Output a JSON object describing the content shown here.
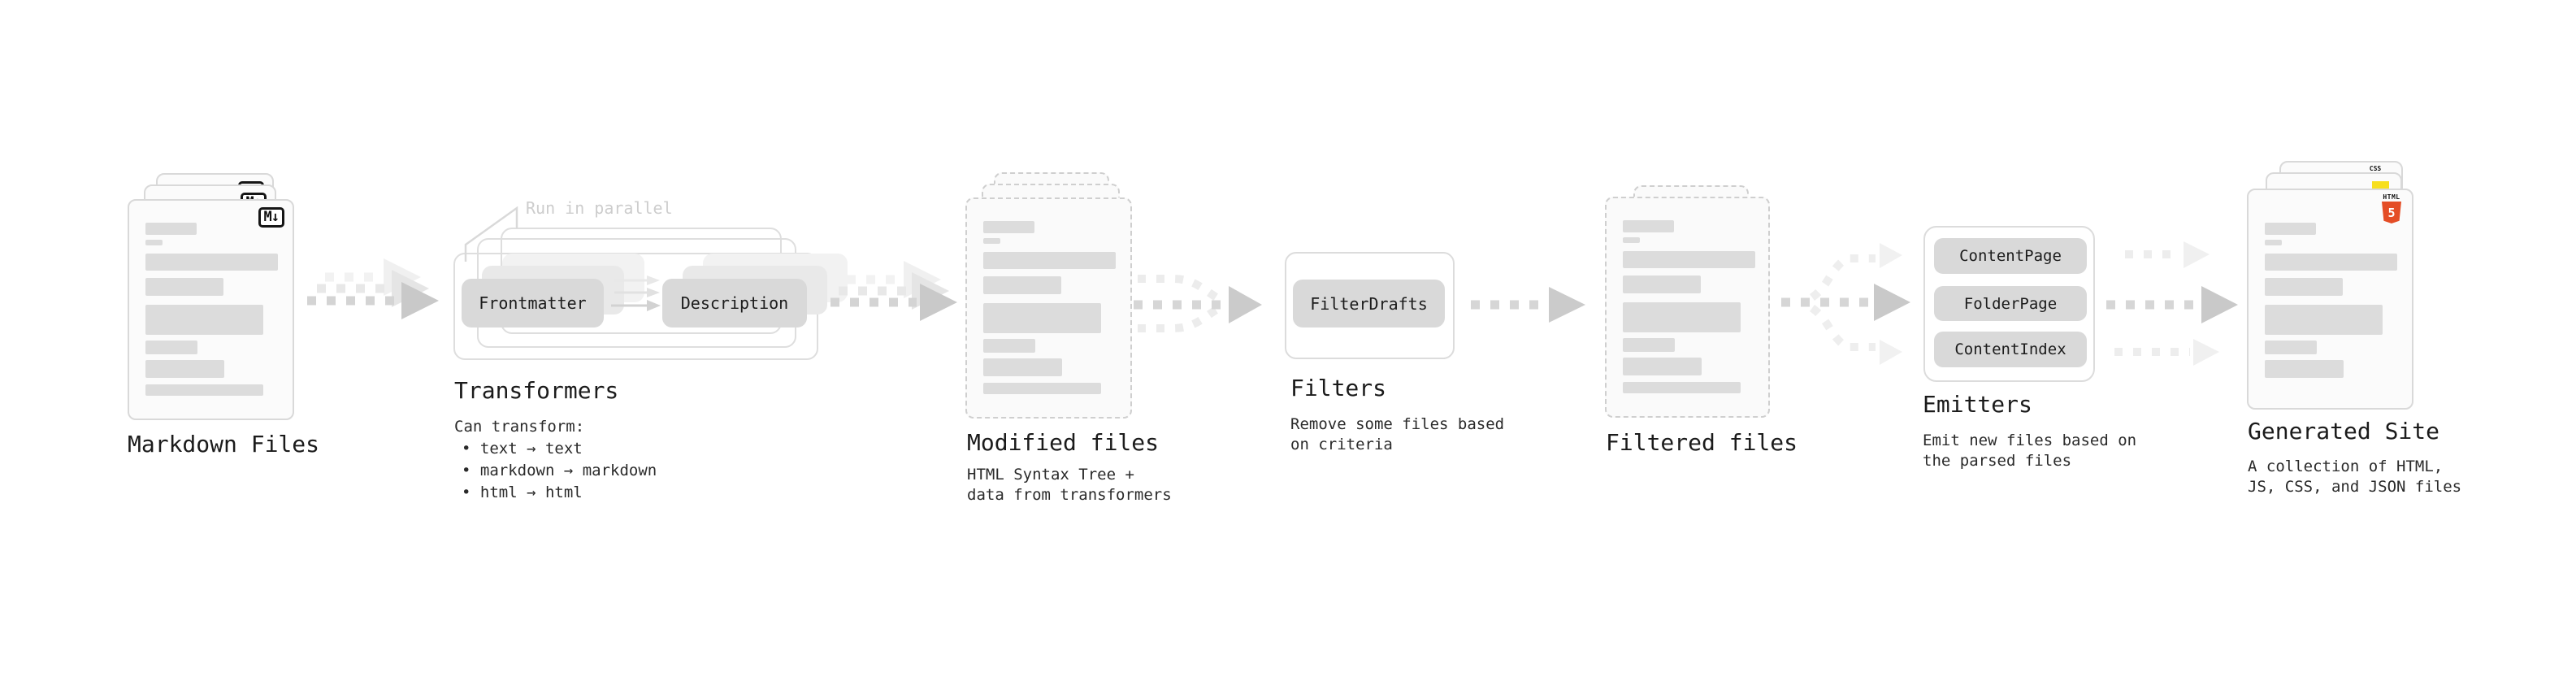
{
  "colors": {
    "html5_orange": "#e44d26",
    "js_yellow": "#f7df1e",
    "css_blue": "#2f6fed",
    "pill_gray": "#d9d9d9",
    "arrow_gray": "#c9c9c9",
    "annotation_gray": "#cdcdcd"
  },
  "markdown_files": {
    "title": "Markdown Files",
    "badge": "M↓"
  },
  "transformers": {
    "annotation": "Run in parallel",
    "input_pill": "Frontmatter",
    "output_pill": "Description",
    "title": "Transformers",
    "caption_heading": "Can transform:",
    "bullets": [
      "• text → text",
      "• markdown → markdown",
      "• html → html"
    ]
  },
  "modified_files": {
    "title": "Modified files",
    "caption_lines": [
      "HTML Syntax Tree +",
      "data from transformers"
    ]
  },
  "filters": {
    "pill": "FilterDrafts",
    "title": "Filters",
    "caption_lines": [
      "Remove some files based",
      "on criteria"
    ]
  },
  "filtered_files": {
    "title": "Filtered files"
  },
  "emitters": {
    "pills": [
      "ContentPage",
      "FolderPage",
      "ContentIndex"
    ],
    "title": "Emitters",
    "caption_lines": [
      "Emit new files based on",
      "the parsed files"
    ]
  },
  "generated_site": {
    "title": "Generated Site",
    "caption_lines": [
      "A collection of HTML,",
      "JS, CSS, and JSON files"
    ],
    "html_badge_label": "HTML",
    "html_badge_number": "5",
    "css_badge_label": "CSS"
  }
}
